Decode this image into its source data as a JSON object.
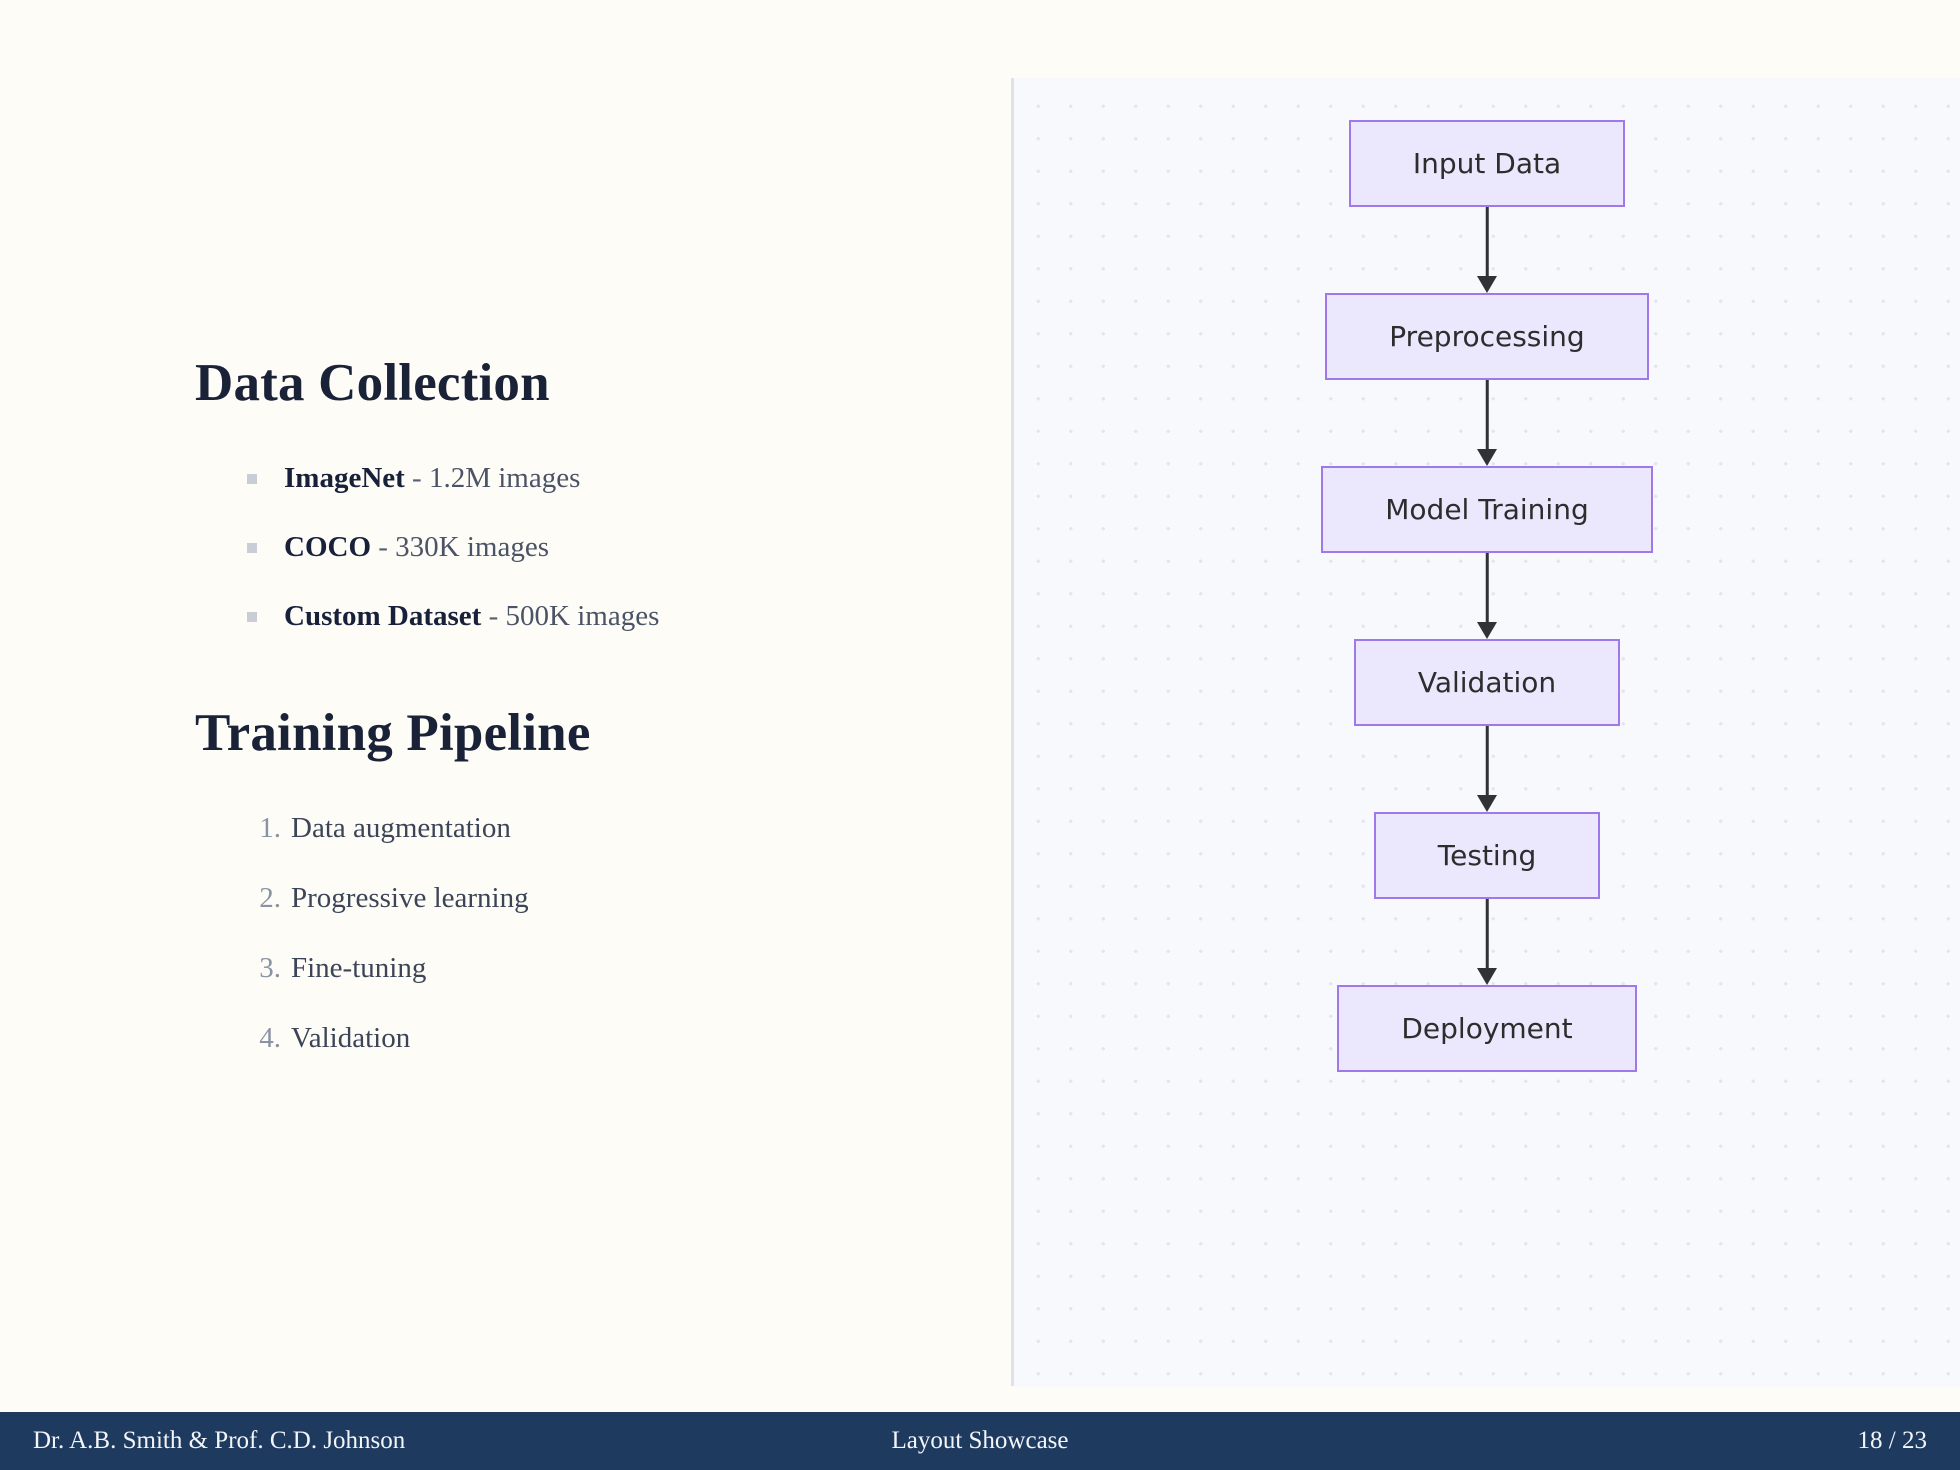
{
  "slide": {
    "background_color": "#fdfcf7",
    "page_label": "18 / 23"
  },
  "left_column": {
    "sections": [
      {
        "heading": "Data Collection",
        "list_type": "bullet",
        "items": [
          {
            "term": "ImageNet",
            "dash": " - ",
            "desc": "1.2M images"
          },
          {
            "term": "COCO",
            "dash": " - ",
            "desc": "330K images"
          },
          {
            "term": "Custom Dataset",
            "dash": " - ",
            "desc": "500K images"
          }
        ]
      },
      {
        "heading": "Training Pipeline",
        "list_type": "numbered",
        "items": [
          {
            "label": "Data augmentation"
          },
          {
            "label": "Progressive learning"
          },
          {
            "label": "Fine-tuning"
          },
          {
            "label": "Validation"
          }
        ]
      }
    ]
  },
  "diagram": {
    "type": "flowchart",
    "orientation": "vertical",
    "node_fill": "#ebe7fd",
    "node_border": "#9f78ea",
    "panel_background": "#f7f9fc",
    "grid": "dotted",
    "nodes": [
      {
        "label": "Input Data"
      },
      {
        "label": "Preprocessing"
      },
      {
        "label": "Model Training"
      },
      {
        "label": "Validation"
      },
      {
        "label": "Testing"
      },
      {
        "label": "Deployment"
      }
    ],
    "edges": [
      {
        "from": "Input Data",
        "to": "Preprocessing"
      },
      {
        "from": "Preprocessing",
        "to": "Model Training"
      },
      {
        "from": "Model Training",
        "to": "Validation"
      },
      {
        "from": "Validation",
        "to": "Testing"
      },
      {
        "from": "Testing",
        "to": "Deployment"
      }
    ]
  },
  "footer": {
    "authors": "Dr. A.B. Smith & Prof. C.D. Johnson",
    "title": "Layout Showcase",
    "page": "18 / 23",
    "background_color": "#1e3a5f"
  }
}
